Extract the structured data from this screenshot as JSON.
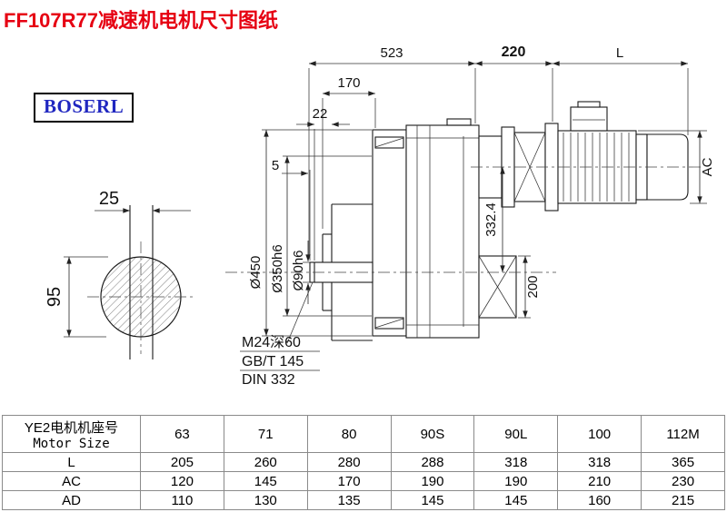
{
  "page": {
    "title": "FF107R77减速机电机尺寸图纸",
    "logo": "BOSERL"
  },
  "drawing": {
    "dim_523": "523",
    "dim_220": "220",
    "dim_L": "L",
    "dim_170": "170",
    "dim_22": "22",
    "dim_5": "5",
    "dim_25": "25",
    "dim_95": "95",
    "dia_450": "Ø450",
    "dia_350": "Ø350h6",
    "dia_90": "Ø90h6",
    "dim_332_4": "332.4",
    "dim_200": "200",
    "dim_AC": "AC",
    "note_m24": "M24深60",
    "note_gbt": "GB/T 145",
    "note_din": "DIN 332"
  },
  "table": {
    "motor_size_header_cn": "YE2电机机座号",
    "motor_size_header_en": "Motor Size",
    "sizes": [
      "63",
      "71",
      "80",
      "90S",
      "90L",
      "100",
      "112M"
    ],
    "rows": [
      {
        "label": "L",
        "values": [
          "205",
          "260",
          "280",
          "288",
          "318",
          "318",
          "365"
        ]
      },
      {
        "label": "AC",
        "values": [
          "120",
          "145",
          "170",
          "190",
          "190",
          "210",
          "230"
        ]
      },
      {
        "label": "AD",
        "values": [
          "110",
          "130",
          "135",
          "145",
          "145",
          "160",
          "215"
        ]
      }
    ]
  }
}
